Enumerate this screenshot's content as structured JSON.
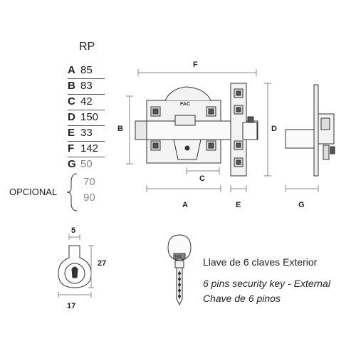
{
  "model": "RP",
  "specs": [
    {
      "key": "A",
      "value": "85"
    },
    {
      "key": "B",
      "value": "83"
    },
    {
      "key": "C",
      "value": "42"
    },
    {
      "key": "D",
      "value": "150"
    },
    {
      "key": "E",
      "value": "33"
    },
    {
      "key": "F",
      "value": "142"
    }
  ],
  "optional": {
    "key": "G",
    "values": [
      "50",
      "70",
      "90"
    ],
    "label": "OPCIONAL"
  },
  "dimension_labels": {
    "A": "A",
    "B": "B",
    "C": "C",
    "D": "D",
    "E": "E",
    "F": "F",
    "G": "G"
  },
  "cylinder_dims": {
    "width": "5",
    "height": "27",
    "diameter": "17"
  },
  "brand": "FAC",
  "key_text": {
    "line1": "Llave de 6 claves Exterior",
    "line2": "6 pins security key - External",
    "line3": "Chave de 6 pinos"
  }
}
